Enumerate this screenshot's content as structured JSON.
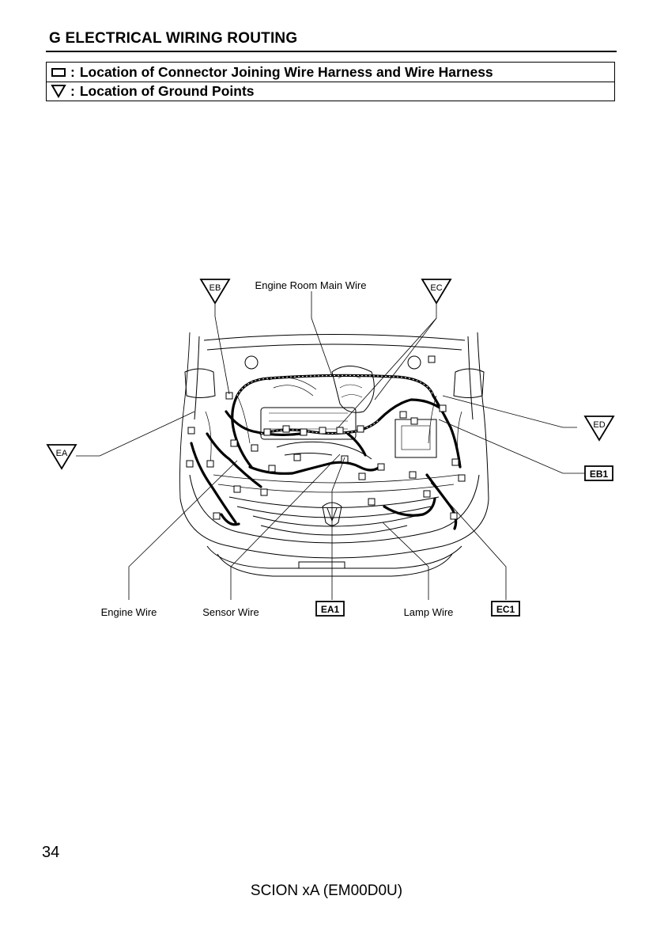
{
  "title": "G  ELECTRICAL WIRING ROUTING",
  "legend": {
    "connector": "Location of Connector Joining Wire Harness and Wire Harness",
    "ground": "Location of Ground Points",
    "separator": ":"
  },
  "diagram": {
    "labels": {
      "engine_room_main_wire": "Engine Room Main Wire",
      "engine_wire": "Engine Wire",
      "sensor_wire": "Sensor Wire",
      "lamp_wire": "Lamp Wire"
    },
    "ground_points": {
      "eb": "EB",
      "ec": "EC",
      "ea": "EA",
      "ed": "ED"
    },
    "connectors": {
      "eb1": "EB1",
      "ea1": "EA1",
      "ec1": "EC1"
    }
  },
  "page_number": "34",
  "footer": "SCION xA (EM00D0U)"
}
